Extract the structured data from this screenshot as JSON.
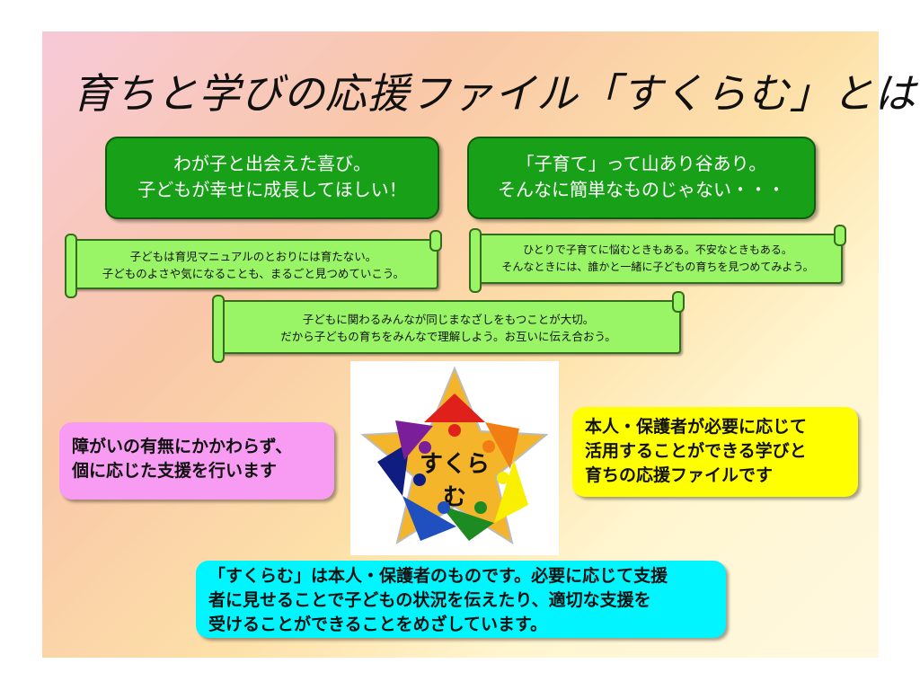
{
  "title": "育ちと学びの応援ファイル「すくらむ」とは",
  "green_boxes": [
    {
      "lines": [
        "わが子と出会えた喜び。",
        "子どもが幸せに成長してほしい！"
      ]
    },
    {
      "lines": [
        "「子育て」って山あり谷あり。",
        "そんなに簡単なものじゃない・・・"
      ]
    }
  ],
  "scrolls": [
    {
      "lines": [
        "子どもは育児マニュアルのとおりには育たない。",
        "子どものよさや気になることも、まるごと見つめていこう。"
      ]
    },
    {
      "lines": [
        "ひとりで子育てに悩むときもある。不安なときもある。",
        "そんなときには、誰かと一緒に子どもの育ちを見つめてみよう。"
      ]
    },
    {
      "lines": [
        "子どもに関わるみんなが同じまなざしをもつことが大切。",
        "だから子どもの育ちをみんなで理解しよう。お互いに伝え合おう。"
      ]
    }
  ],
  "logo_text": "すくらむ",
  "pink_box": {
    "lines": [
      "障がいの有無にかかわらず、",
      "個に応じた支援を行います"
    ]
  },
  "yellow_box": {
    "lines": [
      "本人・保護者が必要に応じて",
      "活用することができる学びと",
      "育ちの応援ファイルです"
    ]
  },
  "cyan_box": {
    "lines": [
      "「すくらむ」は本人・保護者のものです。必要に応じて支援",
      "者に見せることで子どもの状況を伝えたり、適切な支援を",
      "受けることができることをめざしています。"
    ]
  }
}
